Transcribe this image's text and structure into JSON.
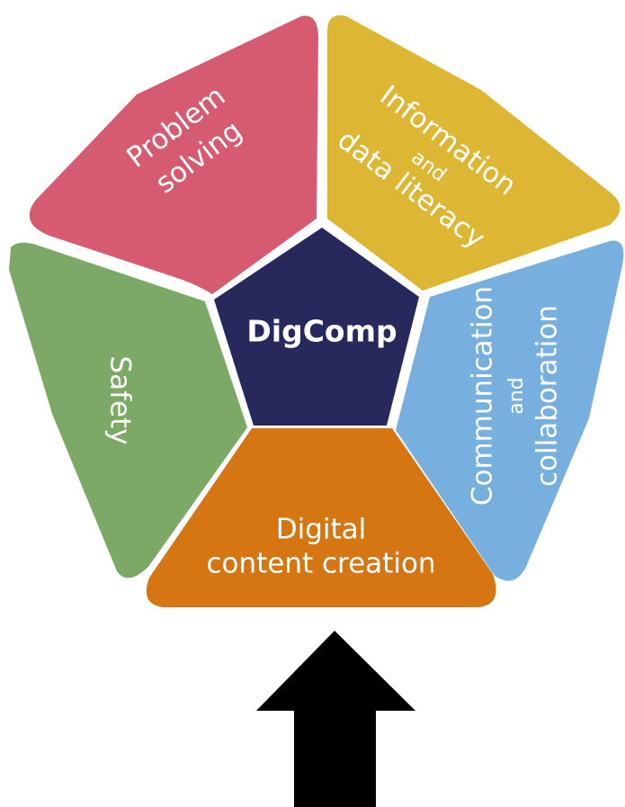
{
  "diagram": {
    "center": {
      "label": "DigComp",
      "color": "#27285c"
    },
    "segments": [
      {
        "id": "problem-solving",
        "lines": [
          "Problem",
          "solving"
        ],
        "color": "#d65a70"
      },
      {
        "id": "information",
        "lines": [
          "Information",
          "and",
          "data literacy"
        ],
        "color": "#ddb733"
      },
      {
        "id": "communication",
        "lines": [
          "Communication",
          "and",
          "collaboration"
        ],
        "color": "#77afdf"
      },
      {
        "id": "content-creation",
        "lines": [
          "Digital",
          "content creation"
        ],
        "color": "#d57612"
      },
      {
        "id": "safety",
        "lines": [
          "Safety"
        ],
        "color": "#7caa66"
      }
    ],
    "arrow": {
      "color": "#000000",
      "direction": "up"
    }
  }
}
